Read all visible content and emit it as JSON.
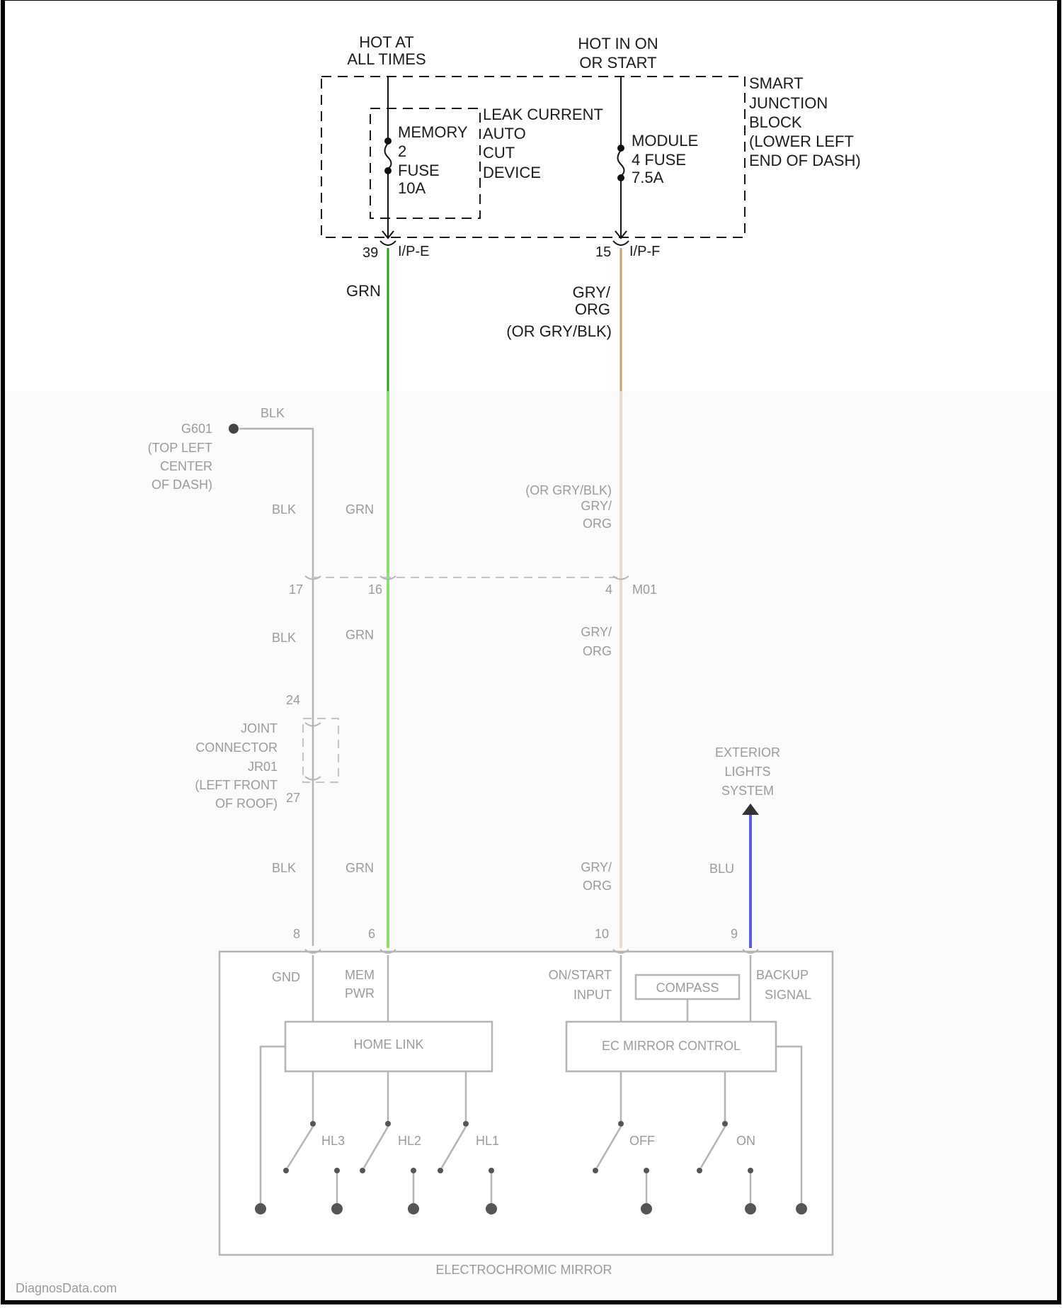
{
  "sources": {
    "left": [
      "HOT AT",
      "ALL TIMES"
    ],
    "right": [
      "HOT IN ON",
      "OR START"
    ]
  },
  "smart_junction_block": [
    "SMART",
    "JUNCTION",
    "BLOCK",
    "(LOWER LEFT",
    "END OF DASH)"
  ],
  "leak_current": [
    "LEAK CURRENT",
    "AUTO",
    "CUT",
    "DEVICE"
  ],
  "fuse_memory": [
    "MEMORY",
    "2",
    "FUSE",
    "10A"
  ],
  "fuse_module": [
    "MODULE",
    "4 FUSE",
    "7.5A"
  ],
  "connector_left": {
    "pin": "39",
    "name": "I/P-E"
  },
  "connector_right": {
    "pin": "15",
    "name": "I/P-F"
  },
  "wire_colors": {
    "left": "GRN",
    "right": [
      "GRY/",
      "ORG",
      "(OR GRY/BLK)"
    ]
  },
  "lower": {
    "ground": [
      "G601",
      "(TOP LEFT",
      "CENTER",
      "OF DASH)"
    ],
    "blk": "BLK",
    "grn": "GRN",
    "gry_org_upper": [
      "(OR GRY/BLK)",
      "GRY/",
      "ORG"
    ],
    "gry_org": [
      "GRY/",
      "ORG"
    ],
    "connector_pins": [
      "17",
      "16",
      "4"
    ],
    "connector_name": "M01",
    "joint_pins": [
      "24",
      "27"
    ],
    "joint_connector": [
      "JOINT",
      "CONNECTOR",
      "JR01",
      "(LEFT FRONT",
      "OF ROOF)"
    ],
    "exterior": [
      "EXTERIOR",
      "LIGHTS",
      "SYSTEM"
    ],
    "blu": "BLU",
    "mirror_pins": [
      "8",
      "6",
      "10",
      "9"
    ],
    "pin_labels": {
      "gnd": "GND",
      "mem_pwr": [
        "MEM",
        "PWR"
      ],
      "on_start": [
        "ON/START",
        "INPUT"
      ],
      "backup": [
        "BACKUP",
        "SIGNAL"
      ]
    },
    "compass": "COMPASS",
    "home_link": "HOME LINK",
    "ec_mirror": "EC MIRROR CONTROL",
    "switches": [
      "HL3",
      "HL2",
      "HL1",
      "OFF",
      "ON"
    ],
    "mirror_name": "ELECTROCHROMIC MIRROR"
  },
  "watermark": "DiagnosData.com",
  "colors": {
    "grn_wire": "#2e9d1a",
    "gry_org_wire": "#c99d68",
    "blu_wire": "#5860e0",
    "border": "#000000"
  }
}
